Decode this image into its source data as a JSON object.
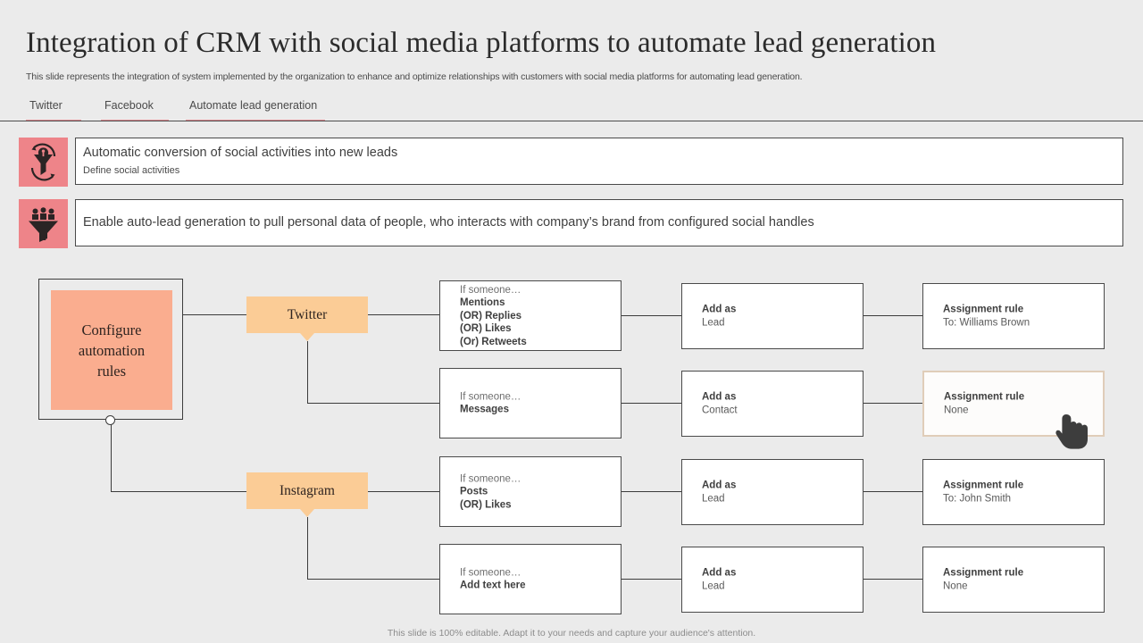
{
  "slide": {
    "title": "Integration of CRM with social media platforms to automate lead generation",
    "subtitle": "This slide represents the integration of system implemented by the organization to enhance and optimize relationships with customers with social media platforms for automating lead generation.",
    "footer": "This slide is 100% editable.  Adapt it to your needs and capture your audience's attention."
  },
  "tabs": [
    {
      "label": "Twitter"
    },
    {
      "label": "Facebook"
    },
    {
      "label": "Automate lead generation"
    }
  ],
  "banners": [
    {
      "icon": "funnel-person-refresh-icon",
      "title": "Automatic conversion  of social activities into new leads",
      "subtitle": "Define  social activities"
    },
    {
      "icon": "funnel-people-icon",
      "title": "Enable auto-lead generation to pull personal data of people, who interacts with company’s brand from configured social handles",
      "subtitle": ""
    }
  ],
  "flow": {
    "root": {
      "label_line1": "Configure",
      "label_line2": "automation",
      "label_line3": "rules"
    },
    "platforms": [
      {
        "label": "Twitter"
      },
      {
        "label": "Instagram"
      }
    ],
    "branches": [
      {
        "condition": {
          "prefix": "If someone…",
          "lines": [
            "Mentions",
            "(OR) Replies",
            "(OR) Likes",
            "(Or) Retweets"
          ]
        },
        "action": {
          "title": "Add  as",
          "value": "Lead"
        },
        "assignment": {
          "title": "Assignment rule",
          "value": "To: Williams Brown",
          "highlighted": false
        }
      },
      {
        "condition": {
          "prefix": "If someone…",
          "lines": [
            "Messages"
          ]
        },
        "action": {
          "title": "Add  as",
          "value": "Contact"
        },
        "assignment": {
          "title": "Assignment rule",
          "value": "None",
          "highlighted": true
        }
      },
      {
        "condition": {
          "prefix": "If someone…",
          "lines": [
            "Posts",
            "(OR) Likes"
          ]
        },
        "action": {
          "title": "Add  as",
          "value": "Lead"
        },
        "assignment": {
          "title": "Assignment rule",
          "value": "To: John Smith",
          "highlighted": false
        }
      },
      {
        "condition": {
          "prefix": "If someone…",
          "lines": [
            "Add  text here"
          ]
        },
        "action": {
          "title": "Add  as",
          "value": "Lead"
        },
        "assignment": {
          "title": "Assignment rule",
          "value": "None",
          "highlighted": false
        }
      }
    ]
  },
  "cursor": {
    "icon": "pointing-hand-cursor"
  },
  "colors": {
    "background": "#ebebeb",
    "accent_pink": "#ee8489",
    "accent_salmon": "#faad8f",
    "accent_orange": "#fbcc96",
    "tab_underline": "#e08c92",
    "highlight_border": "#e0cdb9",
    "line": "#3c3c3c"
  }
}
